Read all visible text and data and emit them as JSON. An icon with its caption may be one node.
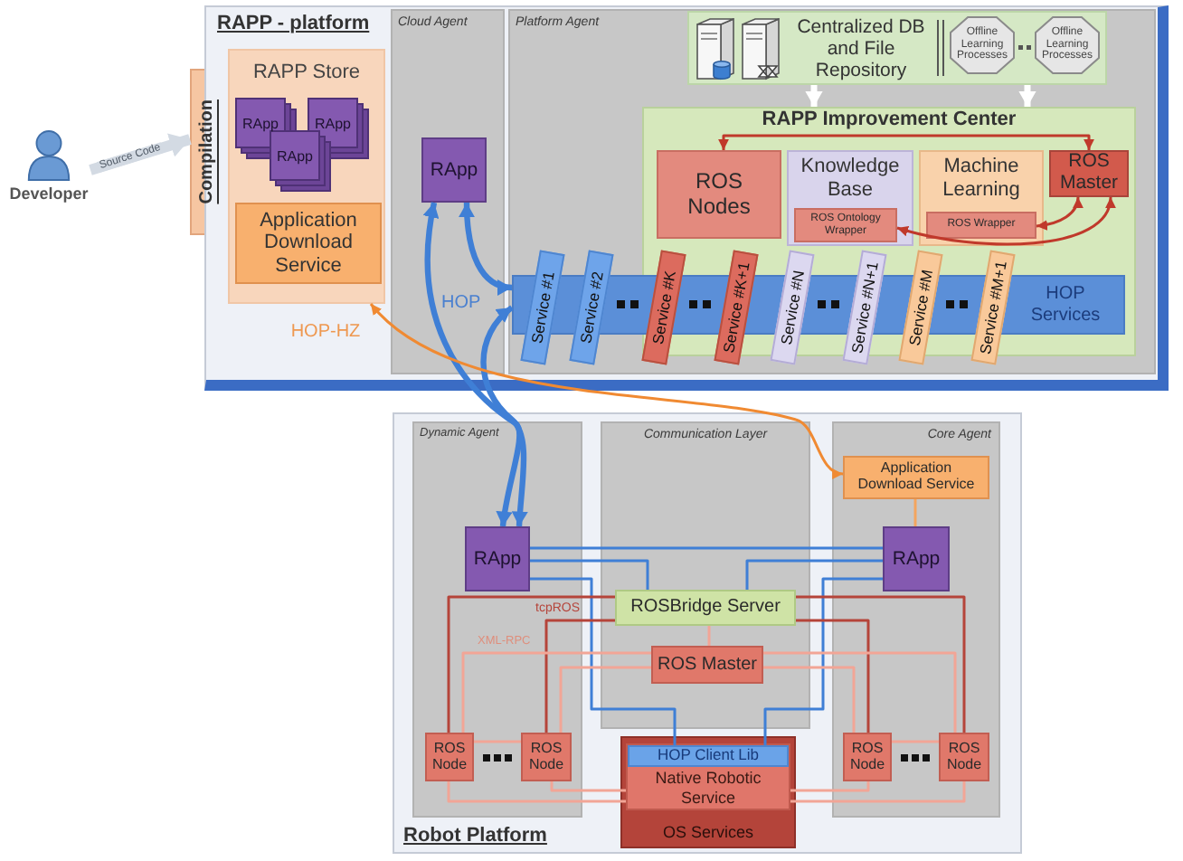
{
  "diagram": {
    "nodes": [
      {
        "text": [
          "Developer"
        ]
      },
      {
        "text": [
          "Compilation"
        ]
      },
      {
        "text": [
          "RAPP - platform"
        ]
      },
      {
        "text": [
          "RAPP Store"
        ],
        "in": 2
      },
      {
        "text": [
          "RApp"
        ],
        "in": 3
      },
      {
        "text": [
          "RApp"
        ],
        "in": 3
      },
      {
        "text": [
          "RApp"
        ],
        "in": 3
      },
      {
        "text": [
          "Application Download Service"
        ],
        "in": 3
      },
      {
        "text": [
          "Cloud Agent"
        ],
        "in": 2
      },
      {
        "text": [
          "RApp"
        ],
        "in": 8
      },
      {
        "text": [
          "Platform Agent"
        ],
        "in": 2
      },
      {
        "text": [
          "Centralized DB and File Repository"
        ],
        "in": 10
      },
      {
        "text": [
          "Offline Learning Processes"
        ],
        "in": 11
      },
      {
        "text": [
          "Offline Learning Processes"
        ],
        "in": 11
      },
      {
        "text": [
          "RAPP Improvement Center"
        ],
        "in": 10
      },
      {
        "text": [
          "ROS Nodes"
        ],
        "in": 14
      },
      {
        "text": [
          "Knowledge Base"
        ],
        "in": 14
      },
      {
        "text": [
          "ROS Ontology Wrapper"
        ],
        "in": 16
      },
      {
        "text": [
          "Machine Learning"
        ],
        "in": 14
      },
      {
        "text": [
          "ROS Wrapper"
        ],
        "in": 18
      },
      {
        "text": [
          "ROS Master"
        ],
        "in": 14
      },
      {
        "text": [
          "HOP Services"
        ],
        "in": 10
      },
      {
        "text": [
          "Service #1"
        ],
        "in": 10
      },
      {
        "text": [
          "Service #2"
        ],
        "in": 10
      },
      {
        "text": [
          "Service #K"
        ],
        "in": 10
      },
      {
        "text": [
          "Service #K+1"
        ],
        "in": 10
      },
      {
        "text": [
          "Service #N"
        ],
        "in": 10
      },
      {
        "text": [
          "Service #N+1"
        ],
        "in": 10
      },
      {
        "text": [
          "Service #M"
        ],
        "in": 10
      },
      {
        "text": [
          "Service #M+1"
        ],
        "in": 10
      },
      {
        "text": [
          "Robot Platform"
        ]
      },
      {
        "text": [
          "Dynamic Agent"
        ],
        "in": 30
      },
      {
        "text": [
          "RApp"
        ],
        "in": 31
      },
      {
        "text": [
          "ROS Node"
        ],
        "in": 31
      },
      {
        "text": [
          "ROS Node"
        ],
        "in": 31
      },
      {
        "text": [
          "Communication Layer"
        ],
        "in": 30
      },
      {
        "text": [
          "ROSBridge Server"
        ],
        "in": 35
      },
      {
        "text": [
          "ROS Master"
        ],
        "in": 35
      },
      {
        "text": [
          "OS Services"
        ],
        "in": 30
      },
      {
        "text": [
          "Native Robotic Service"
        ],
        "in": 38
      },
      {
        "text": [
          "HOP Client Lib"
        ],
        "in": 39
      },
      {
        "text": [
          "Core Agent"
        ],
        "in": 30
      },
      {
        "text": [
          "Application Download Service"
        ],
        "in": 41
      },
      {
        "text": [
          "RApp"
        ],
        "in": 41
      },
      {
        "text": [
          "ROS Node"
        ],
        "in": 41
      },
      {
        "text": [
          "ROS Node"
        ],
        "in": 41
      }
    ],
    "edges": [
      {
        "from": 0,
        "to": 1,
        "arrow": "to",
        "label": "Source Code",
        "style": "thick",
        "color": "#d3dae3"
      },
      {
        "from": 9,
        "to": 32,
        "arrow": "both",
        "style": "thick",
        "color": "#3f7fd6"
      },
      {
        "from": 9,
        "to": 21,
        "arrow": "both",
        "style": "thick",
        "color": "#3f7fd6"
      },
      {
        "from": 21,
        "to": 32,
        "arrow": "both",
        "style": "thick",
        "color": "#3f7fd6"
      },
      {
        "from": 3,
        "to": 42,
        "arrow": "both",
        "label": "HOP-HZ",
        "color": "#f08a32"
      },
      {
        "from": 11,
        "to": 14,
        "arrow": "to",
        "style": "thick",
        "color": "#ffffff"
      },
      {
        "from": 11,
        "to": 14,
        "arrow": "to",
        "style": "thick",
        "color": "#ffffff"
      },
      {
        "from": 15,
        "to": 20,
        "arrow": "both",
        "color": "#c0392b"
      },
      {
        "from": 19,
        "to": 20,
        "arrow": "both",
        "color": "#c0392b"
      },
      {
        "from": 20,
        "to": 17,
        "arrow": "both",
        "color": "#c0392b"
      },
      {
        "from": 42,
        "to": 43,
        "arrow": "none",
        "color": "#f4a55e"
      },
      {
        "from": 32,
        "to": 43,
        "arrow": "none",
        "color": "#3f7fd6"
      },
      {
        "from": 32,
        "to": 36,
        "arrow": "none",
        "color": "#3f7fd6"
      },
      {
        "from": 43,
        "to": 36,
        "arrow": "none",
        "color": "#3f7fd6"
      },
      {
        "from": 32,
        "to": 40,
        "arrow": "none",
        "color": "#3f7fd6"
      },
      {
        "from": 43,
        "to": 40,
        "arrow": "none",
        "color": "#3f7fd6"
      },
      {
        "from": 33,
        "to": 36,
        "arrow": "none",
        "color": "#b5443a"
      },
      {
        "from": 34,
        "to": 36,
        "arrow": "none",
        "color": "#b5443a"
      },
      {
        "from": 44,
        "to": 36,
        "arrow": "none",
        "color": "#b5443a"
      },
      {
        "from": 45,
        "to": 36,
        "arrow": "none",
        "color": "#b5443a"
      },
      {
        "from": 33,
        "to": 37,
        "arrow": "none"
      },
      {
        "from": 34,
        "to": 37,
        "arrow": "none"
      },
      {
        "from": 44,
        "to": 37,
        "arrow": "none"
      },
      {
        "from": 45,
        "to": 37,
        "arrow": "none"
      },
      {
        "from": 37,
        "to": 36,
        "arrow": "none"
      },
      {
        "from": 33,
        "to": 34,
        "arrow": "none"
      },
      {
        "from": 44,
        "to": 45,
        "arrow": "none"
      },
      {
        "from": 33,
        "to": 39,
        "arrow": "none"
      },
      {
        "from": 34,
        "to": 39,
        "arrow": "none"
      },
      {
        "from": 44,
        "to": 39,
        "arrow": "none"
      },
      {
        "from": 45,
        "to": 39,
        "arrow": "none"
      }
    ],
    "labels": [
      "HOP",
      "tcpROS",
      "XML-RPC"
    ]
  }
}
